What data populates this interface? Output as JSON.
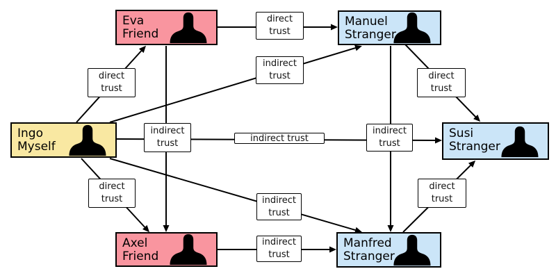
{
  "diagram": {
    "title": "web of trust diagram",
    "colors": {
      "myself": "#f9e8a2",
      "friend": "#f9959f",
      "stranger": "#cbe5f8",
      "label_bg": "#ffffff",
      "arrow": "#000000",
      "silhouette": "#000000",
      "border": "#000000"
    },
    "nodes": [
      {
        "id": "eva",
        "line1": "Eva",
        "line2": "Friend",
        "role": "friend"
      },
      {
        "id": "manuel",
        "line1": "Manuel",
        "line2": "Stranger",
        "role": "stranger"
      },
      {
        "id": "ingo",
        "line1": "Ingo",
        "line2": "Myself",
        "role": "myself"
      },
      {
        "id": "susi",
        "line1": "Susi",
        "line2": "Stranger",
        "role": "stranger"
      },
      {
        "id": "axel",
        "line1": "Axel",
        "line2": "Friend",
        "role": "friend"
      },
      {
        "id": "manfred",
        "line1": "Manfred",
        "line2": "Stranger",
        "role": "stranger"
      }
    ],
    "labels": [
      {
        "text": "direct trust",
        "arrow": "ingo-eva"
      },
      {
        "text": "direct trust",
        "arrow": "eva-manuel"
      },
      {
        "text": "indirect trust",
        "arrow": "ingo-manuel"
      },
      {
        "text": "direct trust",
        "arrow": "manuel-susi"
      },
      {
        "text": "indirect trust",
        "arrow": "eva-axel"
      },
      {
        "text": "indirect trust",
        "arrow": "ingo-susi"
      },
      {
        "text": "indirect trust",
        "arrow": "manuel-manfred"
      },
      {
        "text": "direct trust",
        "arrow": "ingo-axel"
      },
      {
        "text": "direct trust",
        "arrow": "manfred-susi"
      },
      {
        "text": "indirect trust",
        "arrow": "ingo-manfred"
      },
      {
        "text": "indirect trust",
        "arrow": "axel-manfred"
      }
    ],
    "arrows": [
      {
        "from": "ingo",
        "to": "eva",
        "trust": "direct"
      },
      {
        "from": "eva",
        "to": "manuel",
        "trust": "direct"
      },
      {
        "from": "ingo",
        "to": "manuel",
        "trust": "indirect"
      },
      {
        "from": "manuel",
        "to": "susi",
        "trust": "direct"
      },
      {
        "from": "eva",
        "to": "axel",
        "trust": "indirect"
      },
      {
        "from": "ingo",
        "to": "susi",
        "trust": "indirect"
      },
      {
        "from": "manuel",
        "to": "manfred",
        "trust": "indirect"
      },
      {
        "from": "ingo",
        "to": "axel",
        "trust": "direct"
      },
      {
        "from": "manfred",
        "to": "susi",
        "trust": "direct"
      },
      {
        "from": "ingo",
        "to": "manfred",
        "trust": "indirect"
      },
      {
        "from": "axel",
        "to": "manfred",
        "trust": "indirect"
      }
    ]
  }
}
